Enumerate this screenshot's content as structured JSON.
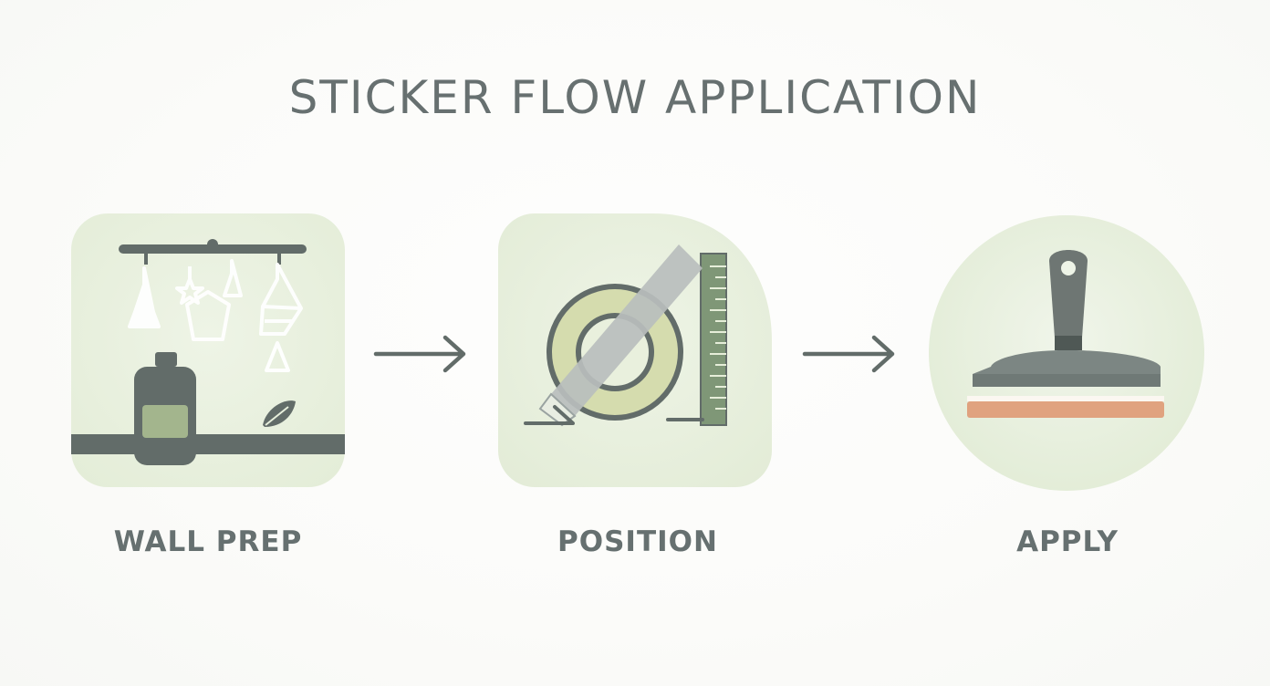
{
  "title": "STICKER FLOW APPLICATION",
  "steps": [
    {
      "label": "WALL PREP",
      "icon": "wall-prep-icon"
    },
    {
      "label": "POSITION",
      "icon": "tape-ruler-icon"
    },
    {
      "label": "APPLY",
      "icon": "squeegee-icon"
    }
  ],
  "colors": {
    "text": "#677070",
    "icon_dark": "#626c69",
    "panel_green": "#e9f1dd",
    "accent_green": "#a3b58d",
    "tape_ring": "#d7ddb0",
    "squeegee_edge": "#e0a27f"
  }
}
